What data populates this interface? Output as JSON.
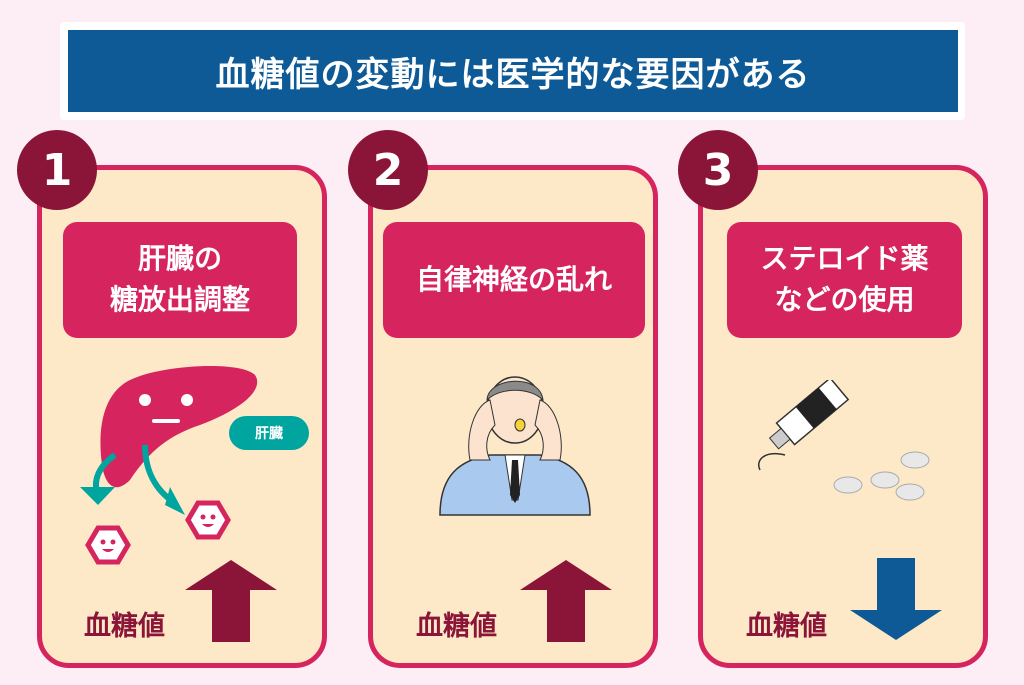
{
  "title": "血糖値の変動には医学的な要因がある",
  "colors": {
    "banner": "#0d5a96",
    "card_border": "#d6245f",
    "card_fill": "#fde9c8",
    "number": "#8b1538",
    "up_arrow": "#8b1538",
    "down_arrow": "#0d5a96",
    "teal": "#00a5a0"
  },
  "cards": [
    {
      "number": "1",
      "label_lines": [
        "肝臓の",
        "糖放出調整"
      ],
      "tag": "肝臓",
      "bottom": "血糖値",
      "direction": "up",
      "icon": "liver-icon"
    },
    {
      "number": "2",
      "label_lines": [
        "自律神経の乱れ"
      ],
      "bottom": "血糖値",
      "direction": "up",
      "icon": "stressed-person-icon"
    },
    {
      "number": "3",
      "label_lines": [
        "ステロイド薬",
        "などの使用"
      ],
      "bottom": "血糖値",
      "direction": "down",
      "icon": "medicine-icon"
    }
  ]
}
